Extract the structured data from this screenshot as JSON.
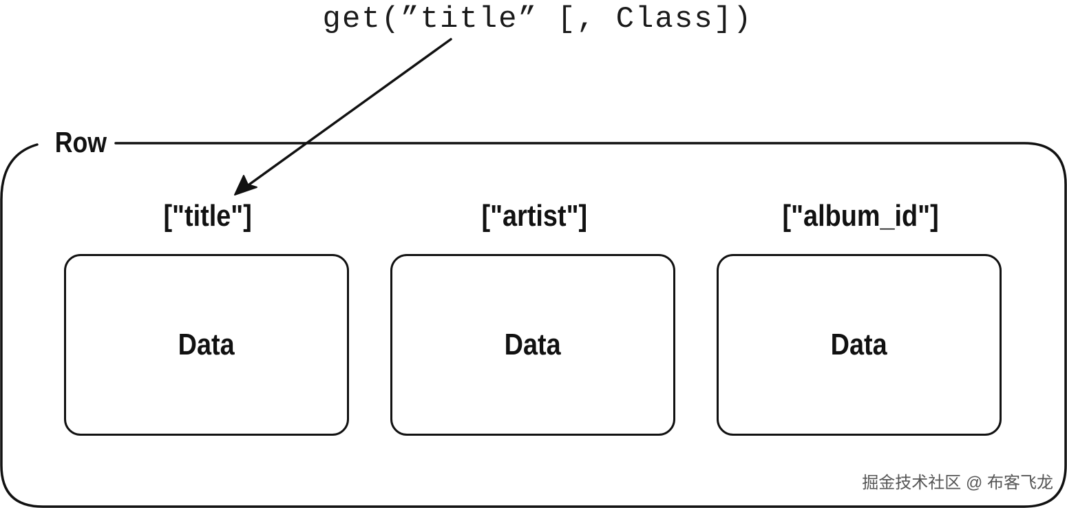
{
  "code_label": "get(”title” [, Class])",
  "row": {
    "label": "Row",
    "columns": [
      {
        "key_label": "[\"title\"]",
        "cell_label": "Data"
      },
      {
        "key_label": "[\"artist\"]",
        "cell_label": "Data"
      },
      {
        "key_label": "[\"album_id\"]",
        "cell_label": "Data"
      }
    ]
  },
  "watermark": "掘金技术社区 @ 布客飞龙"
}
